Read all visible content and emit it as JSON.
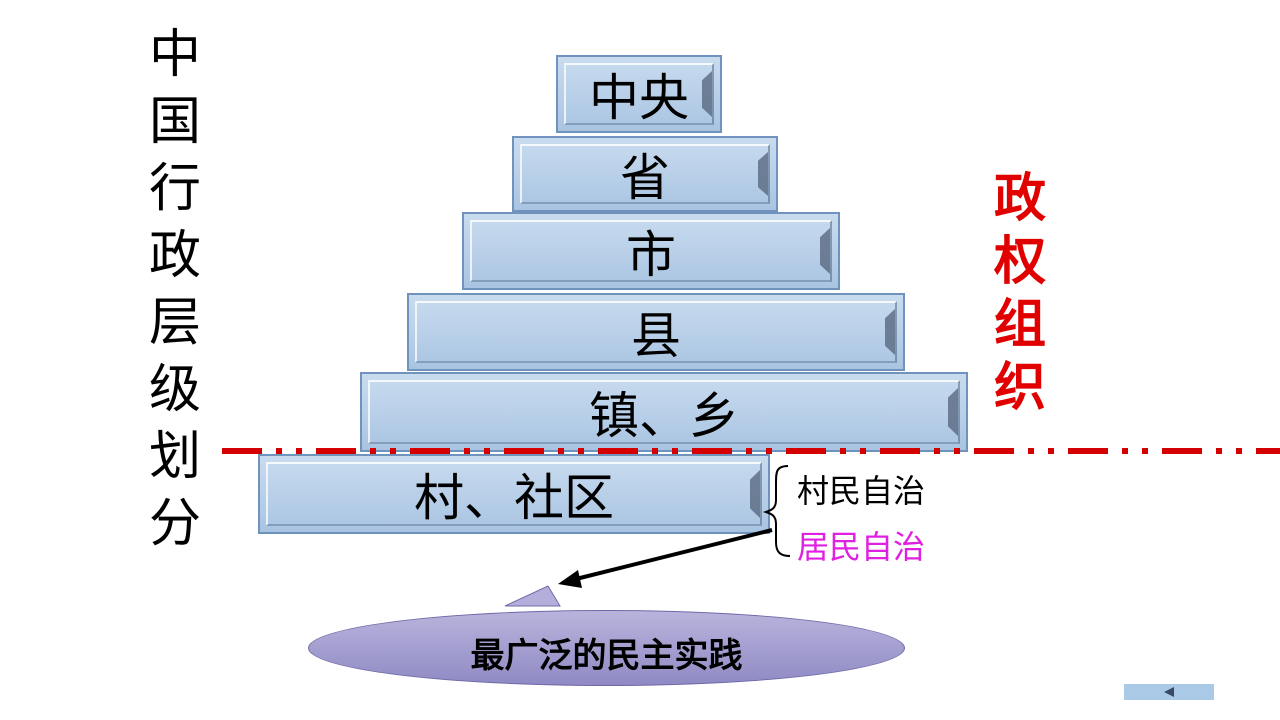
{
  "left_title": [
    "中",
    "国",
    "行",
    "政",
    "层",
    "级",
    "划",
    "分"
  ],
  "right_title": [
    "政",
    "权",
    "组",
    "织"
  ],
  "tiers": [
    "中央",
    "省",
    "市",
    "县",
    "镇、乡",
    "村、社区"
  ],
  "brace_labels": {
    "villager": "村民自治",
    "resident": "居民自治"
  },
  "ellipse_text": "最广泛的民主实践",
  "colors": {
    "tier_fill": "#b3cbe6",
    "divider": "#d40000",
    "right_title": "#e00000",
    "resident_text": "#e020e0",
    "ellipse_fill": "#a29ed0"
  },
  "icons": {
    "nav": "triangle-left-icon"
  }
}
